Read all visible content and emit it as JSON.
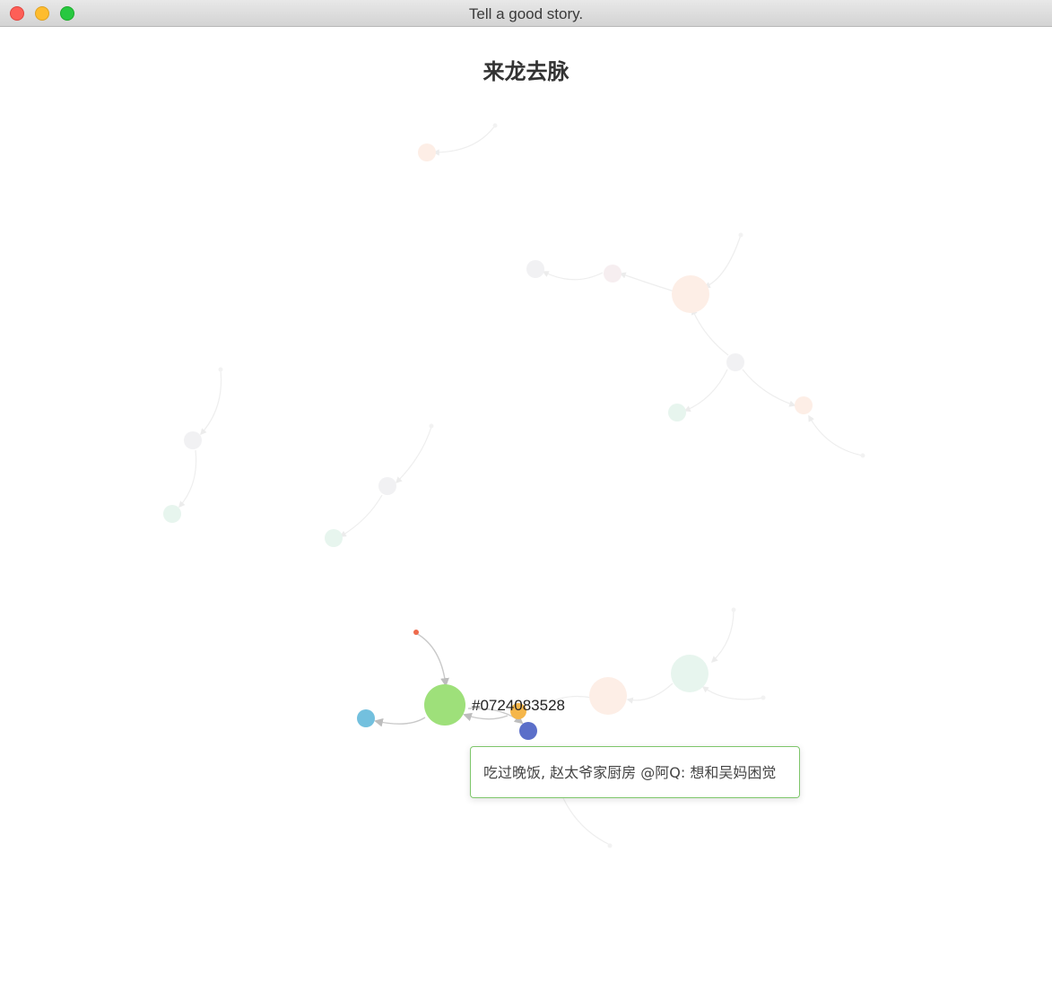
{
  "window": {
    "title": "Tell a good story."
  },
  "page": {
    "title": "来龙去脉"
  },
  "graph": {
    "highlighted_node_label": "#0724083528",
    "colors": {
      "green": "#9ee07a",
      "blue": "#5b6fc9",
      "light_blue": "#73c0de",
      "orange": "#f5b64a",
      "red": "#ee6a4c",
      "faded_orange": "#fdeee6",
      "faded_gray": "#f1f1f3",
      "faded_green": "#e7f5ee",
      "edge": "#c9c9c9"
    }
  },
  "tooltip": {
    "text": "吃过晚饭, 赵太爷家厨房 @阿Q: 想和吴妈困觉"
  }
}
